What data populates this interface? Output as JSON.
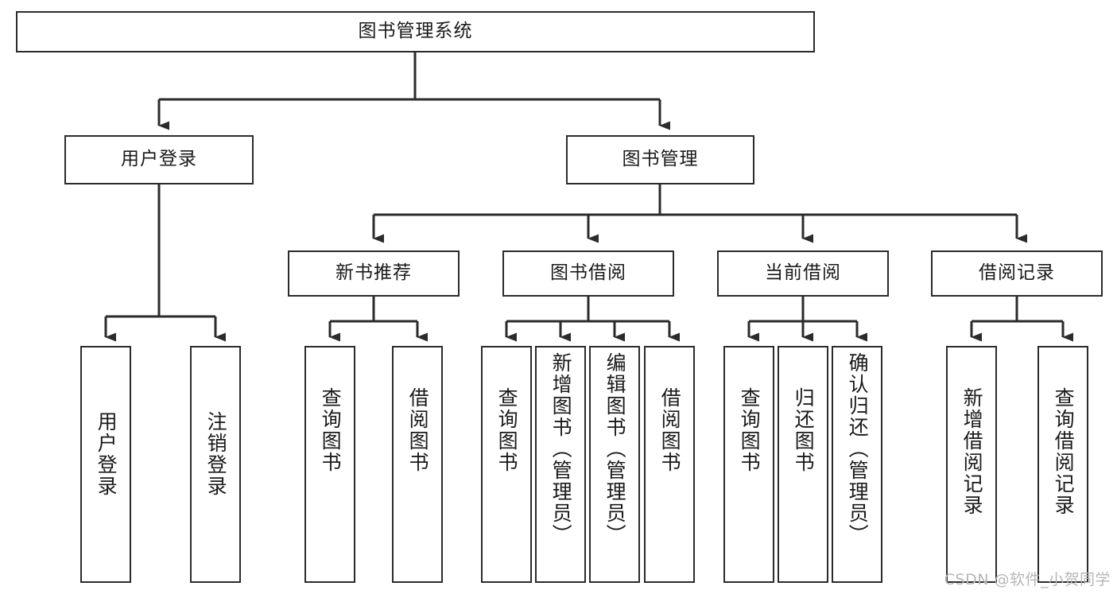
{
  "diagram": {
    "title": "图书管理系统",
    "type": "hierarchy-tree",
    "root": {
      "id": "root",
      "label": "图书管理系统",
      "orientation": "horizontal"
    },
    "level1": [
      {
        "id": "user-login",
        "label": "用户登录",
        "orientation": "horizontal"
      },
      {
        "id": "book-manage",
        "label": "图书管理",
        "orientation": "horizontal"
      }
    ],
    "level2": [
      {
        "id": "new-book-recommend",
        "label": "新书推荐",
        "orientation": "horizontal",
        "parent": "book-manage"
      },
      {
        "id": "book-borrow",
        "label": "图书借阅",
        "orientation": "horizontal",
        "parent": "book-manage"
      },
      {
        "id": "current-borrow",
        "label": "当前借阅",
        "orientation": "horizontal",
        "parent": "book-manage"
      },
      {
        "id": "borrow-record",
        "label": "借阅记录",
        "orientation": "horizontal",
        "parent": "book-manage"
      }
    ],
    "leaves": [
      {
        "id": "leaf-user-login",
        "label": "用户登录",
        "parent": "user-login"
      },
      {
        "id": "leaf-logout-login",
        "label": "注销登录",
        "parent": "user-login"
      },
      {
        "id": "leaf-query-book-1",
        "label": "查询图书",
        "parent": "new-book-recommend"
      },
      {
        "id": "leaf-borrow-book-1",
        "label": "借阅图书",
        "parent": "new-book-recommend"
      },
      {
        "id": "leaf-query-book-2",
        "label": "查询图书",
        "parent": "book-borrow"
      },
      {
        "id": "leaf-add-book",
        "label": "新增图书（管理员）",
        "parent": "book-borrow"
      },
      {
        "id": "leaf-edit-book",
        "label": "编辑图书（管理员）",
        "parent": "book-borrow"
      },
      {
        "id": "leaf-borrow-book-2",
        "label": "借阅图书",
        "parent": "book-borrow"
      },
      {
        "id": "leaf-query-book-3",
        "label": "查询图书",
        "parent": "current-borrow"
      },
      {
        "id": "leaf-return-book",
        "label": "归还图书",
        "parent": "current-borrow"
      },
      {
        "id": "leaf-confirm-return",
        "label": "确认归还（管理员）",
        "parent": "current-borrow"
      },
      {
        "id": "leaf-add-record",
        "label": "新增借阅记录",
        "parent": "borrow-record"
      },
      {
        "id": "leaf-query-record",
        "label": "查询借阅记录",
        "parent": "borrow-record"
      }
    ]
  },
  "watermark": {
    "text": "CSDN @软件_小贺同学"
  },
  "colors": {
    "stroke": "#2b2b2b",
    "background": "#ffffff",
    "text": "#1a1a1a",
    "watermark": "#b6b6b6"
  }
}
